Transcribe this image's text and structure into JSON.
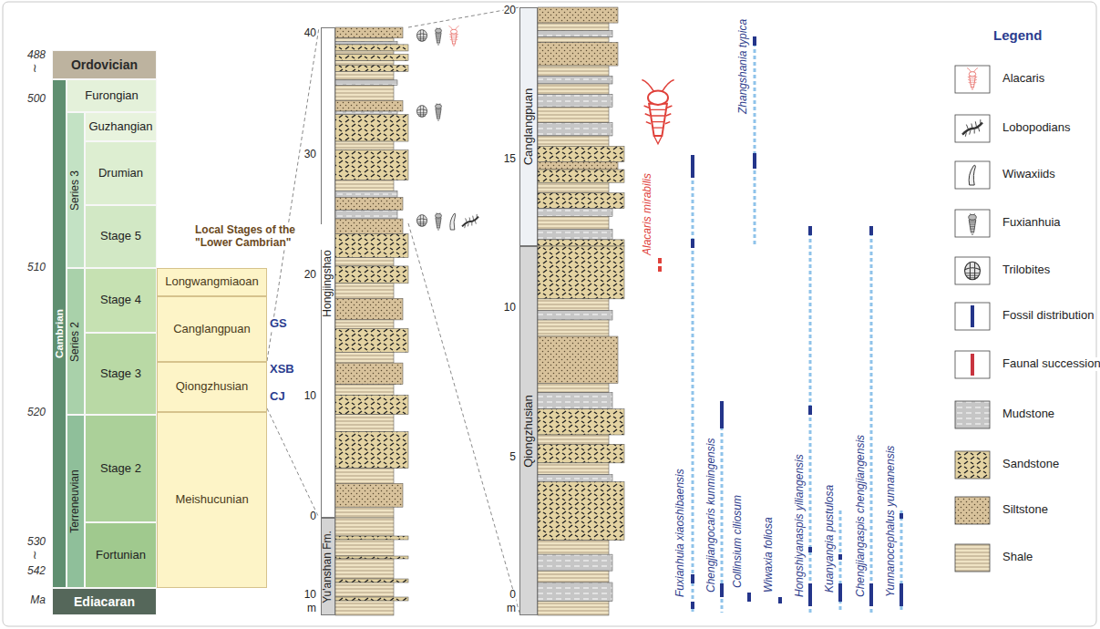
{
  "diagram": {
    "nodes": [
      {
        "text": [
          "Ordovician"
        ]
      },
      {
        "text": [
          "Cambrian"
        ]
      },
      {
        "text": [
          "Furongian"
        ]
      },
      {
        "text": [
          "Series 3"
        ]
      },
      {
        "text": [
          "Guzhangian"
        ]
      },
      {
        "text": [
          "Drumian"
        ]
      },
      {
        "text": [
          "Stage 5"
        ]
      },
      {
        "text": [
          "Series 2"
        ]
      },
      {
        "text": [
          "Stage 4"
        ]
      },
      {
        "text": [
          "Stage 3"
        ]
      },
      {
        "text": [
          "Terreneuvian"
        ]
      },
      {
        "text": [
          "Stage 2"
        ]
      },
      {
        "text": [
          "Fortunian"
        ]
      },
      {
        "text": [
          "Ediacaran"
        ]
      },
      {
        "text": [
          "Longwangmiaoan"
        ]
      },
      {
        "text": [
          "Canglangpuan"
        ]
      },
      {
        "text": [
          "Qiongzhusian"
        ]
      },
      {
        "text": [
          "Meishucunian"
        ]
      },
      {
        "text": [
          "Hongjingshao Fm."
        ]
      },
      {
        "text": [
          "Yu'anshan Fm."
        ]
      },
      {
        "text": [
          "Canglangpuan"
        ]
      },
      {
        "text": [
          "Qiongzhusian"
        ]
      }
    ],
    "labels": [
      "488",
      "≀",
      "500",
      "510",
      "520",
      "530",
      "≀",
      "542",
      "Ma",
      "Local Stages of the \"Lower Cambrian\"",
      "GS",
      "XSB",
      "CJ",
      "40",
      "30",
      "20",
      "10",
      "0",
      "10",
      "m",
      "20",
      "15",
      "10",
      "5",
      "0",
      "m",
      "Alacaris mirabilis",
      "Fuxianhuia xiaoshibaensis",
      "Chengjiangocaris kunmingensis",
      "Collinsium ciliosum",
      "Wiwaxia foliosa",
      "Hongshiyanaspis yiliangensis",
      "Kuanyangia pustulosa",
      "Chengjiangaspis chengjiangensis",
      "Yunnanocephalus yunnanensis",
      "Zhangshania typica",
      "Legend"
    ],
    "legend": [
      {
        "text": "Alacaris"
      },
      {
        "text": "Lobopodians"
      },
      {
        "text": "Wiwaxiids"
      },
      {
        "text": "Fuxianhuia"
      },
      {
        "text": "Trilobites"
      },
      {
        "text": "Fossil distribution"
      },
      {
        "text": "Faunal succession"
      },
      {
        "text": "Mudstone"
      },
      {
        "text": "Sandstone"
      },
      {
        "text": "Siltstone"
      },
      {
        "text": "Shale"
      }
    ]
  }
}
